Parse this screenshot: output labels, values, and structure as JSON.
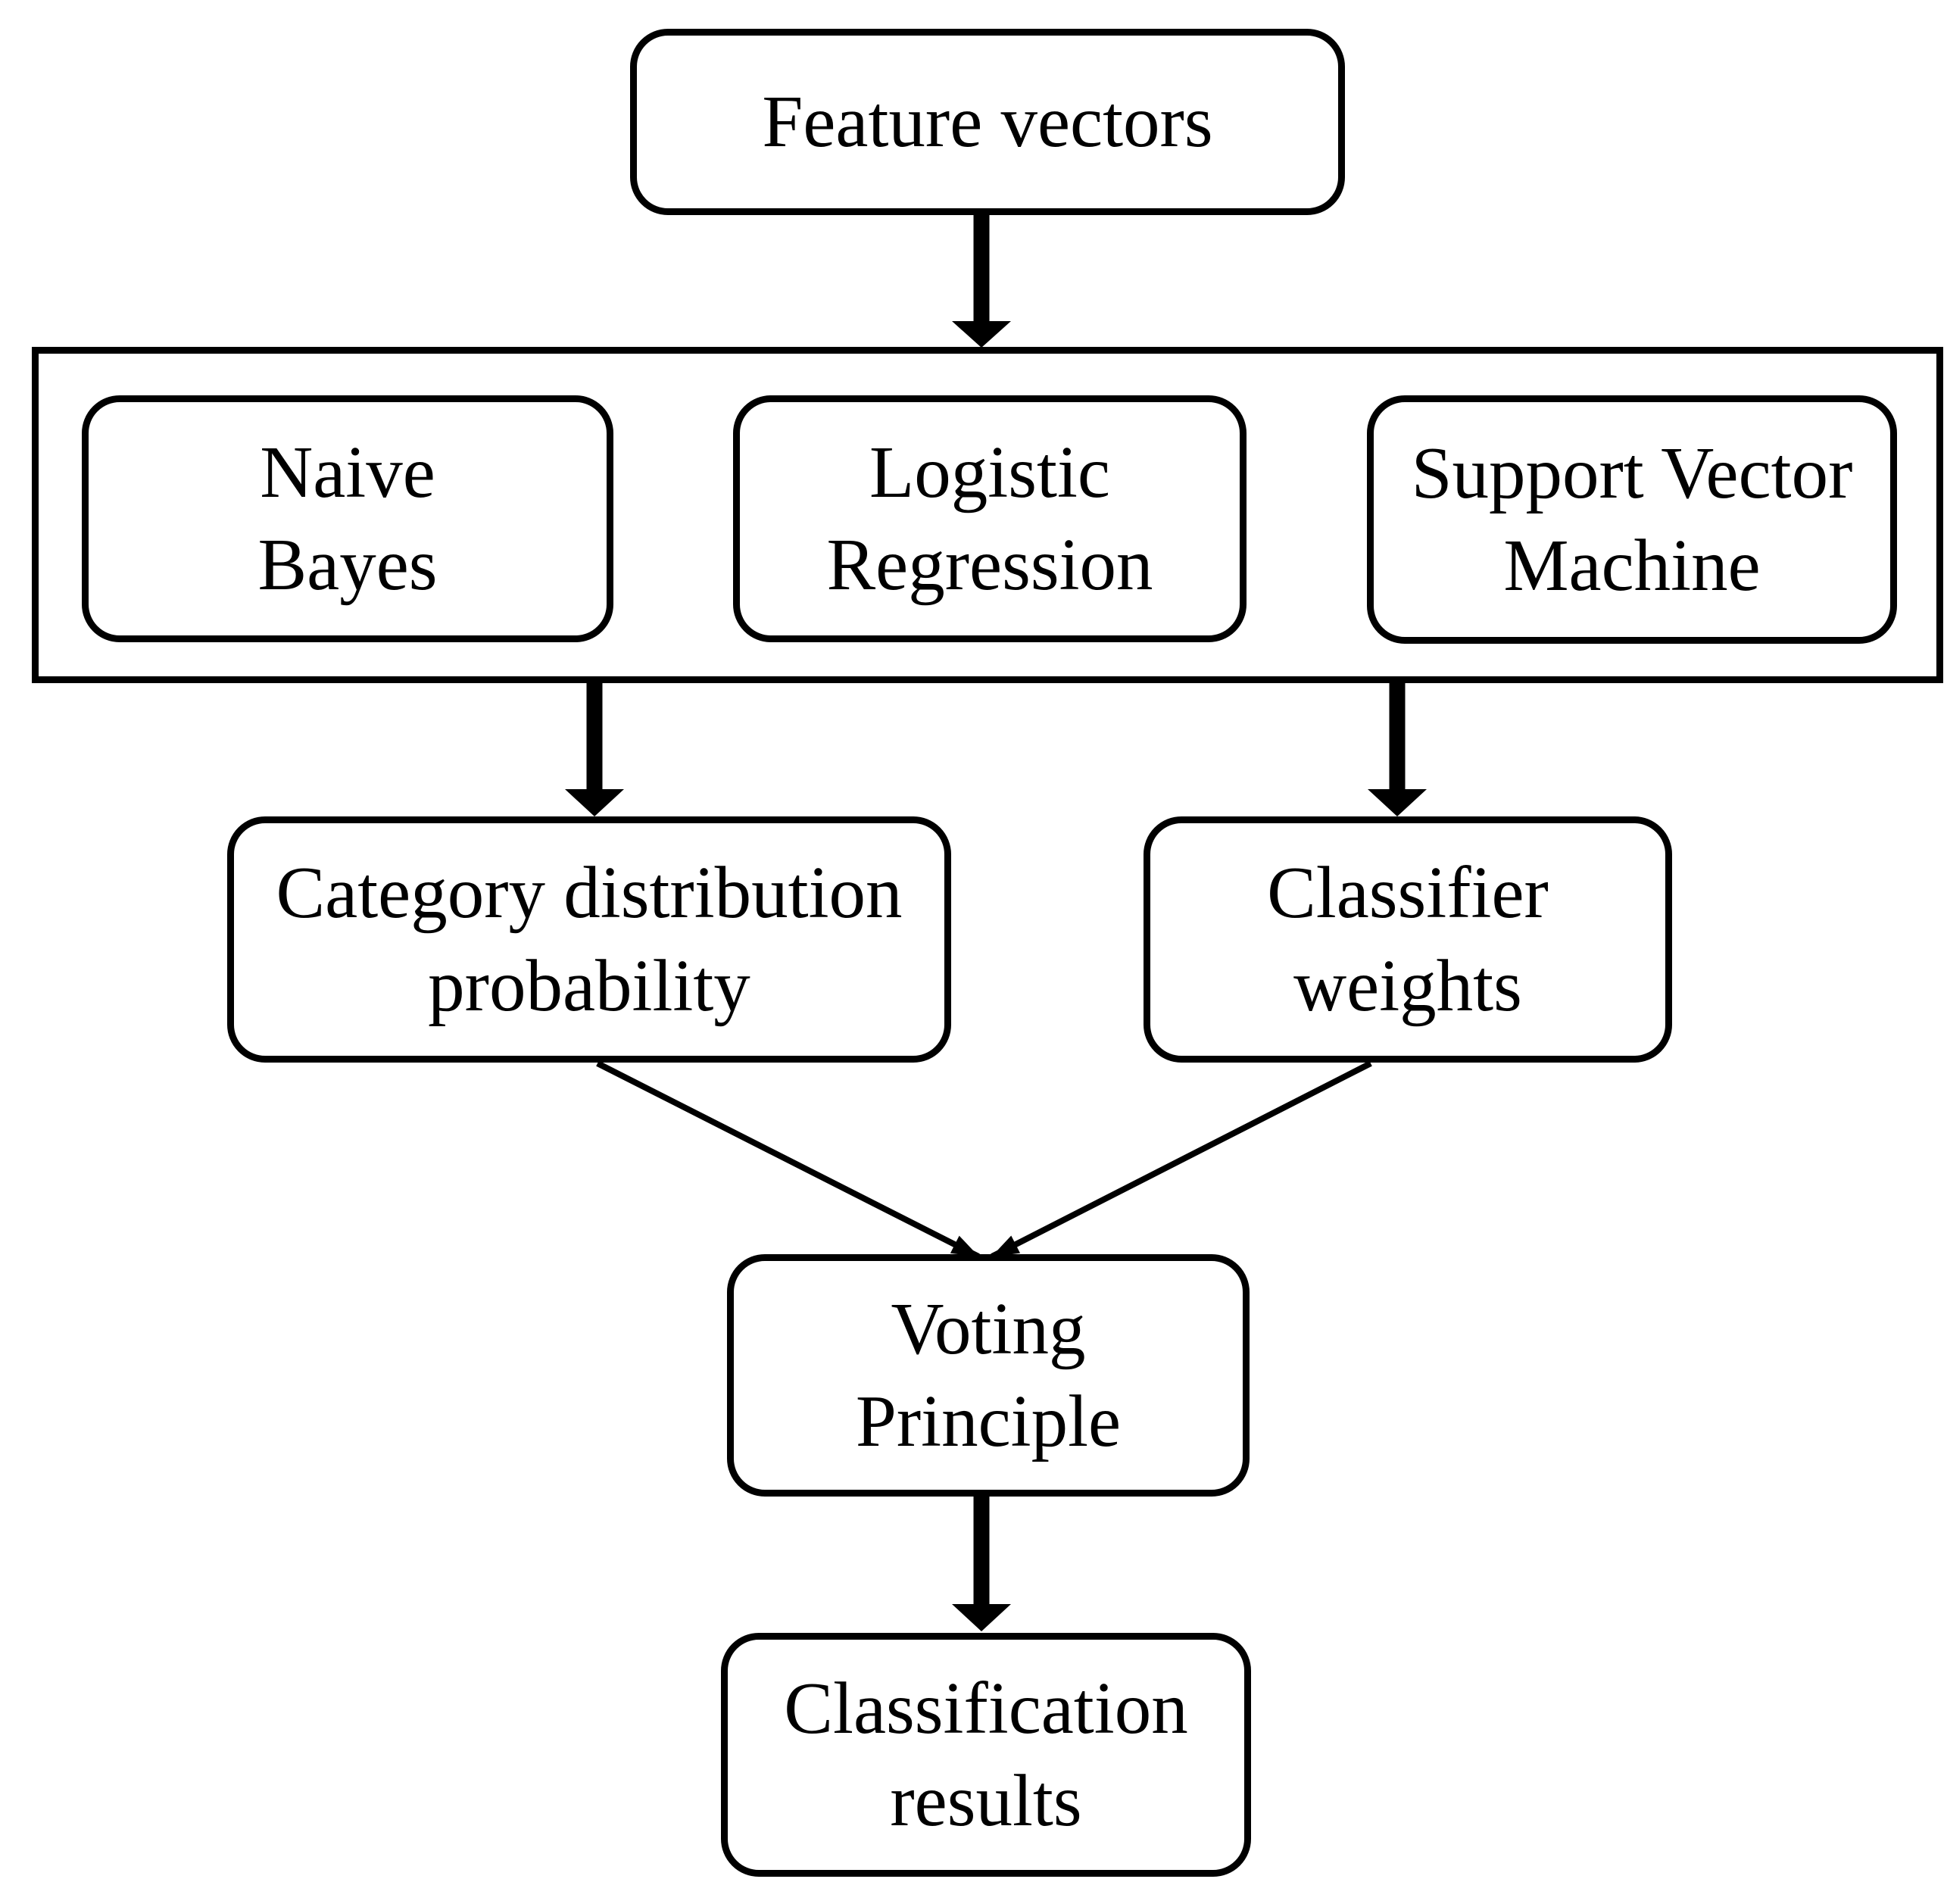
{
  "diagram": {
    "type": "flowchart",
    "background_color": "#ffffff",
    "stroke_color": "#000000",
    "text_color": "#000000",
    "nodes": {
      "feature_vectors": {
        "label": "Feature vectors"
      },
      "naive_bayes": {
        "label": "Naive\nBayes"
      },
      "logistic_regression": {
        "label": "Logistic\nRegression"
      },
      "support_vector_machine": {
        "label": "Support Vector\nMachine"
      },
      "category_distribution_probability": {
        "label": "Category distribution\nprobability"
      },
      "classifier_weights": {
        "label": "Classifier\nweights"
      },
      "voting_principle": {
        "label": "Voting\nPrinciple"
      },
      "classification_results": {
        "label": "Classification\nresults"
      }
    },
    "edges": [
      {
        "from": "feature_vectors",
        "to": "classifier_group",
        "style": "thick-arrow"
      },
      {
        "from": "classifier_group",
        "to": "category_distribution_probability",
        "style": "thick-arrow"
      },
      {
        "from": "classifier_group",
        "to": "classifier_weights",
        "style": "thick-arrow"
      },
      {
        "from": "category_distribution_probability",
        "to": "voting_principle",
        "style": "thin-arrow"
      },
      {
        "from": "classifier_weights",
        "to": "voting_principle",
        "style": "thin-arrow"
      },
      {
        "from": "voting_principle",
        "to": "classification_results",
        "style": "thick-arrow"
      }
    ]
  }
}
